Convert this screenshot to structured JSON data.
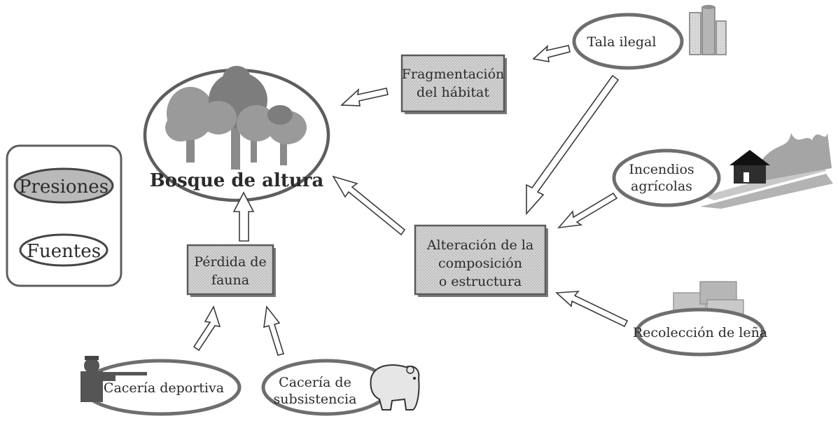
{
  "forest": {
    "label": "Bosque de altura"
  },
  "legend": {
    "pressures": "Presiones",
    "sources": "Fuentes"
  },
  "pressures": {
    "fragmentation": [
      "Fragmentación",
      "del hábitat"
    ],
    "fauna_loss": [
      "Pérdida de",
      "fauna"
    ],
    "alteration": [
      "Alteración de la",
      "composición",
      "o estructura"
    ]
  },
  "sources": {
    "illegal_logging": "Tala ilegal",
    "agricultural_fires": [
      "Incendios",
      "agrícolas"
    ],
    "firewood": "Recolección de leña",
    "sport_hunting": "Cacería deportiva",
    "subsistence_hunting": [
      "Cacería de",
      "subsistencia"
    ]
  }
}
